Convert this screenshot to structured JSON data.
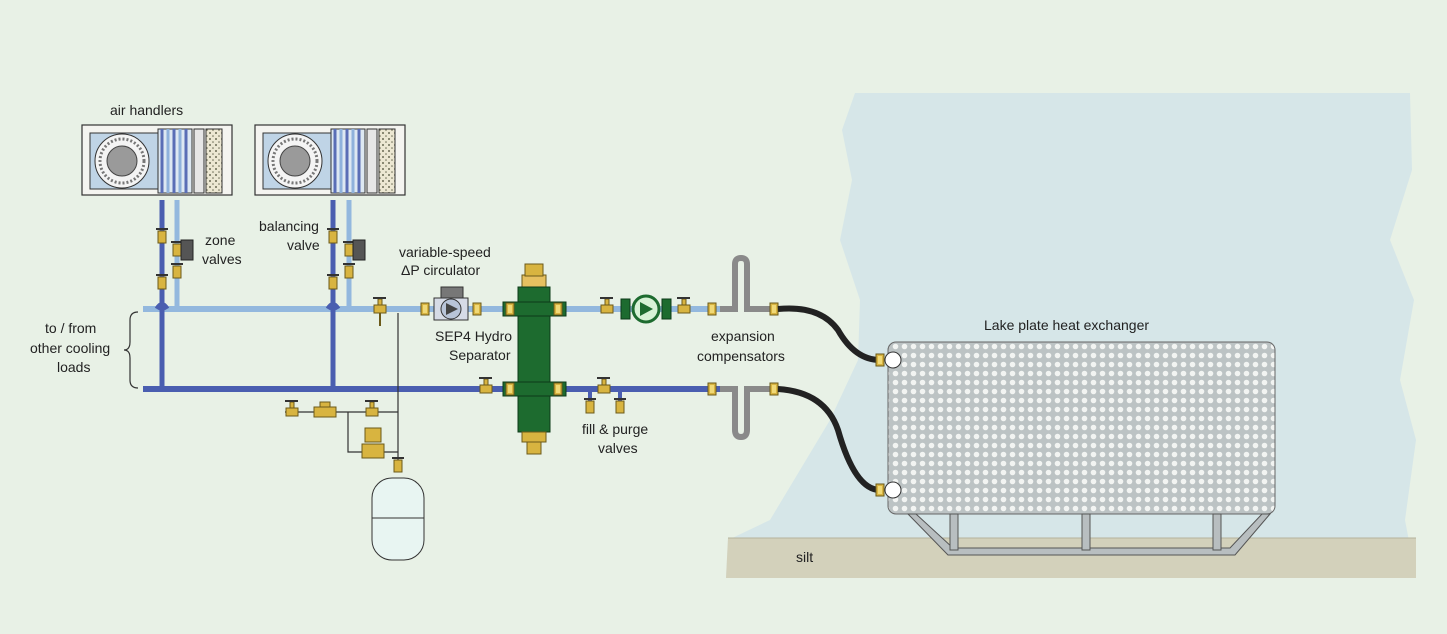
{
  "labels": {
    "air_handlers": "air handlers",
    "zone_valves_1": "zone",
    "zone_valves_2": "valves",
    "balancing_valve_1": "balancing",
    "balancing_valve_2": "valve",
    "circulator_1": "variable-speed",
    "circulator_2": "ΔP circulator",
    "separator_1": "SEP4 Hydro",
    "separator_2": "Separator",
    "loads_1": "to / from",
    "loads_2": "other cooling",
    "loads_3": "loads",
    "expansion_1": "expansion",
    "expansion_2": "compensators",
    "fill_purge_1": "fill & purge",
    "fill_purge_2": "valves",
    "heat_exchanger": "Lake plate heat exchanger",
    "silt": "silt"
  },
  "colors": {
    "background": "#e8f1e6",
    "water": "#d6e6e8",
    "silt": "#d3d1bb",
    "supply_pipe": "#93b8de",
    "return_pipe": "#4a5eb0",
    "separator": "#1d6b2f",
    "brass": "#d8b440",
    "hose": "#222222",
    "exchanger": "#bcc3c4"
  },
  "icons": {
    "air_handler": "fan-coil-icon",
    "valve": "ball-valve-icon",
    "circulator": "pump-icon",
    "tank": "expansion-tank-icon"
  }
}
